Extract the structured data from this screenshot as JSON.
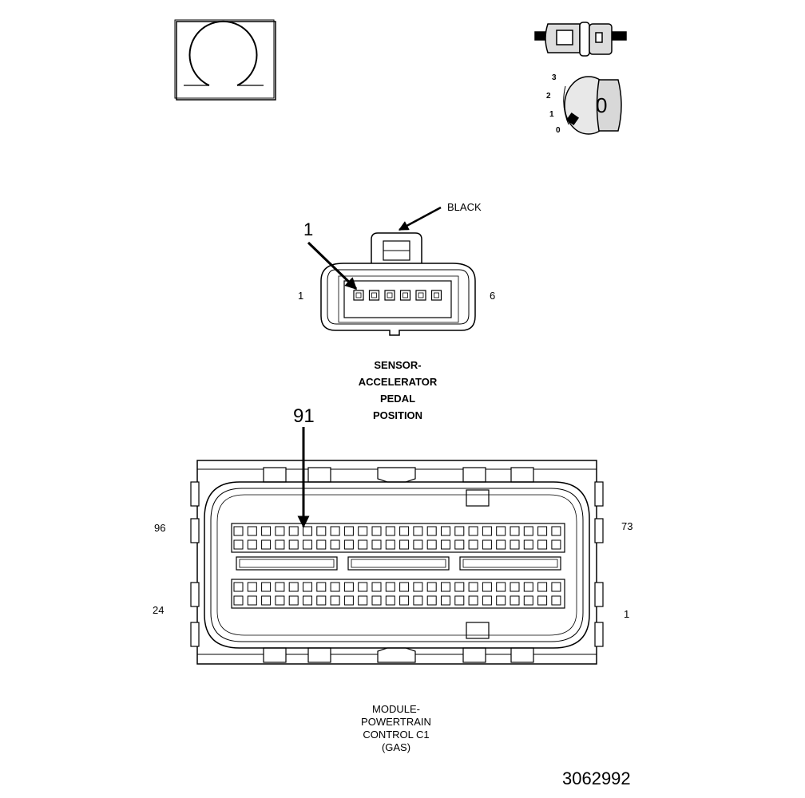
{
  "icons": {
    "reset": "circular-reset-icon",
    "connector_lock": "connector-lock-icon",
    "ignition": "ignition-key-icon"
  },
  "ignition_positions": [
    "3",
    "2",
    "1",
    "0"
  ],
  "key_label": "0",
  "connector_a": {
    "color_callout": "BLACK",
    "callout_number": "1",
    "pin_left": "1",
    "pin_right": "6",
    "title_lines": [
      "SENSOR-",
      "ACCELERATOR",
      "PEDAL",
      "POSITION"
    ]
  },
  "connector_b": {
    "callout_number": "91",
    "pin_top_left": "96",
    "pin_top_right": "73",
    "pin_bottom_left": "24",
    "pin_bottom_right": "1",
    "title_lines": [
      "MODULE-",
      "POWERTRAIN",
      "CONTROL C1",
      "(GAS)"
    ]
  },
  "figure_number": "3062992"
}
